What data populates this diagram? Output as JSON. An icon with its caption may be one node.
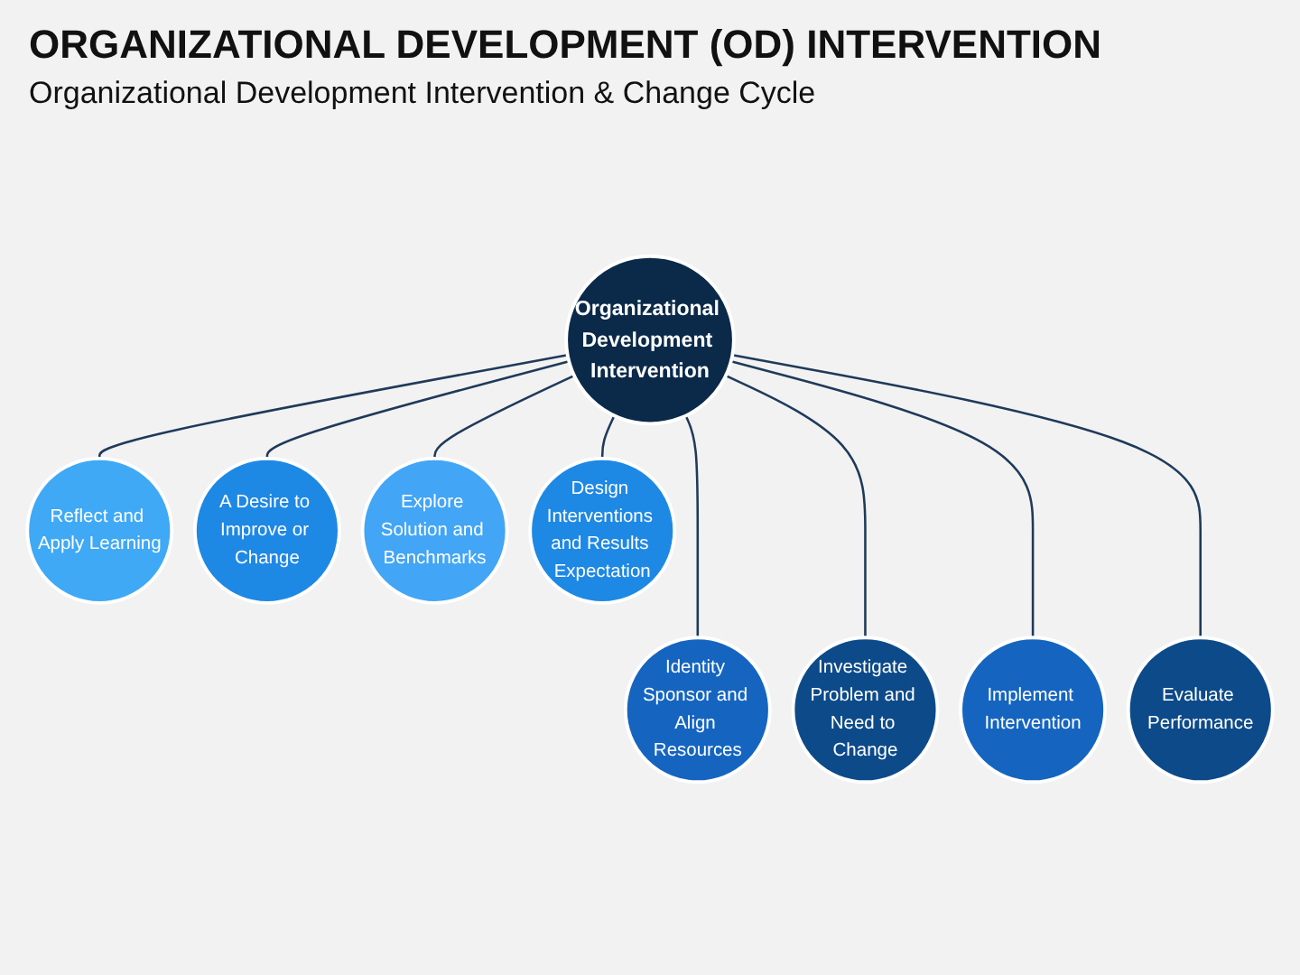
{
  "diagram": {
    "title": "ORGANIZATIONAL DEVELOPMENT (OD) INTERVENTION",
    "caption": "Organizational Development Intervention & Change Cycle",
    "nodes": [
      {
        "text": [
          "Organizational Development Intervention"
        ]
      },
      {
        "text": [
          "Reflect and Apply Learning"
        ]
      },
      {
        "text": [
          "A Desire to Improve or Change"
        ]
      },
      {
        "text": [
          "Identity Sponsor and Align Resources"
        ]
      },
      {
        "text": [
          "Investigate Problem and Need to Change"
        ]
      },
      {
        "text": [
          "Explore Solution and Benchmarks"
        ]
      },
      {
        "text": [
          "Design Interventions and Results Expectation"
        ]
      },
      {
        "text": [
          "Implement Intervention"
        ]
      },
      {
        "text": [
          "Evaluate Performance"
        ]
      }
    ],
    "edges": [
      {
        "from": 0,
        "to": 1,
        "arrow": "none"
      },
      {
        "from": 0,
        "to": 2,
        "arrow": "none"
      },
      {
        "from": 0,
        "to": 3,
        "arrow": "none"
      },
      {
        "from": 0,
        "to": 4,
        "arrow": "none"
      },
      {
        "from": 0,
        "to": 5,
        "arrow": "none"
      },
      {
        "from": 0,
        "to": 6,
        "arrow": "none"
      },
      {
        "from": 0,
        "to": 7,
        "arrow": "none"
      },
      {
        "from": 0,
        "to": 8,
        "arrow": "none"
      }
    ]
  }
}
